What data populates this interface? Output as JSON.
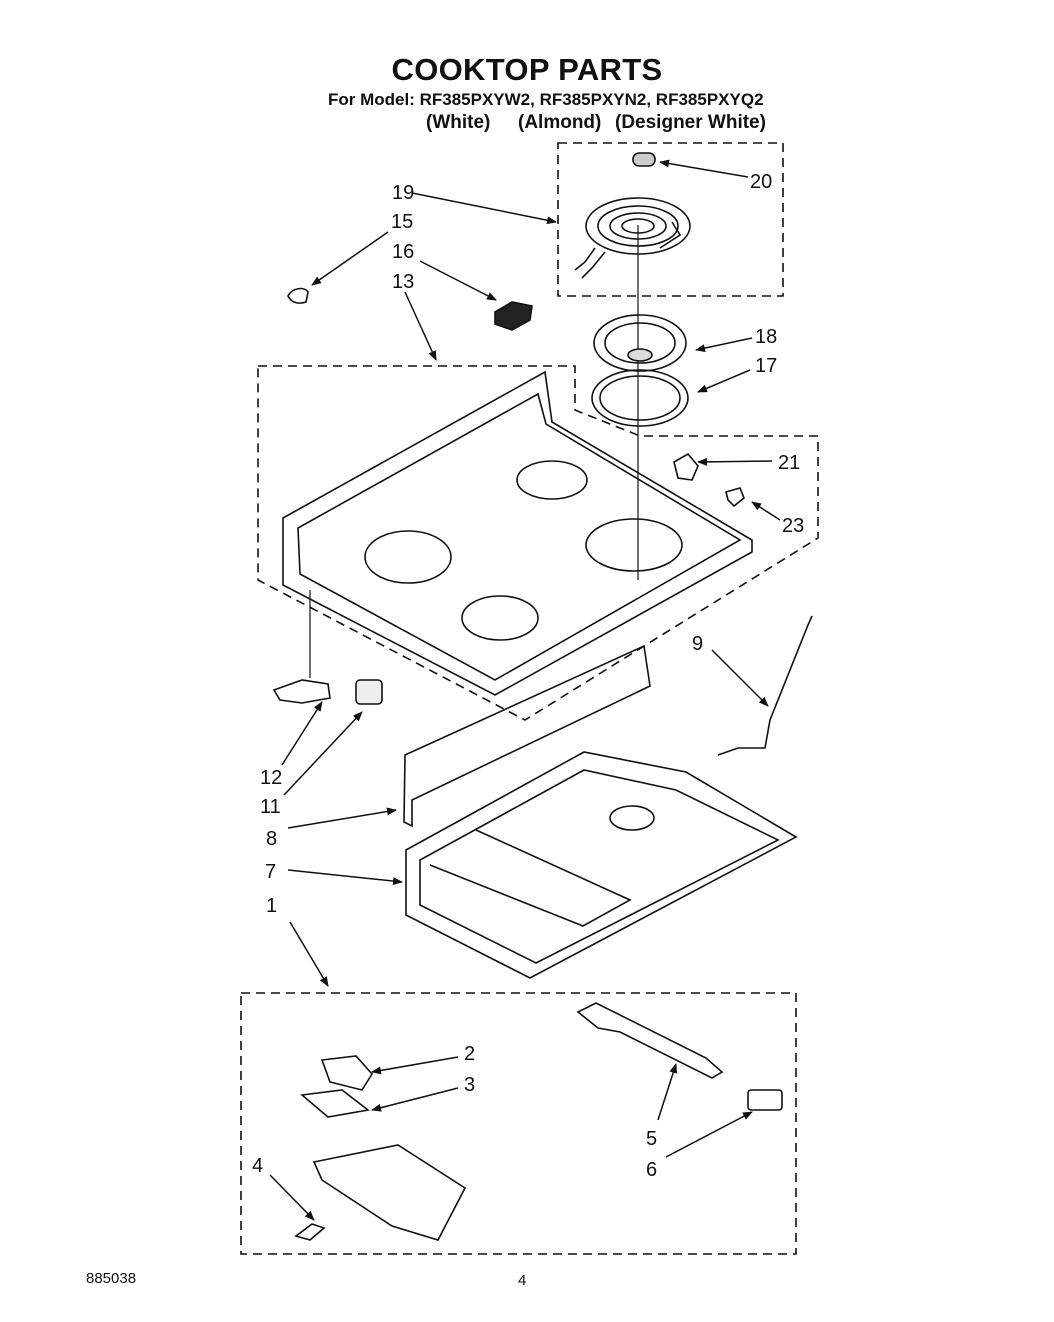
{
  "header": {
    "title": "COOKTOP PARTS",
    "model_line": "For Model: RF385PXYW2, RF385PXYN2, RF385PXYQ2",
    "variants": [
      "(White)",
      "(Almond)",
      "(Designer White)"
    ]
  },
  "footer": {
    "doc_number": "885038",
    "page_number": "4"
  },
  "parts": [
    {
      "id": "p1",
      "label": "1"
    },
    {
      "id": "p2",
      "label": "2"
    },
    {
      "id": "p3",
      "label": "3"
    },
    {
      "id": "p4",
      "label": "4"
    },
    {
      "id": "p5",
      "label": "5"
    },
    {
      "id": "p6",
      "label": "6"
    },
    {
      "id": "p7",
      "label": "7"
    },
    {
      "id": "p8",
      "label": "8"
    },
    {
      "id": "p9",
      "label": "9"
    },
    {
      "id": "p11",
      "label": "11"
    },
    {
      "id": "p12",
      "label": "12"
    },
    {
      "id": "p13",
      "label": "13"
    },
    {
      "id": "p15",
      "label": "15"
    },
    {
      "id": "p16",
      "label": "16"
    },
    {
      "id": "p17",
      "label": "17"
    },
    {
      "id": "p18",
      "label": "18"
    },
    {
      "id": "p19",
      "label": "19"
    },
    {
      "id": "p20",
      "label": "20"
    },
    {
      "id": "p21",
      "label": "21"
    },
    {
      "id": "p23",
      "label": "23"
    }
  ]
}
